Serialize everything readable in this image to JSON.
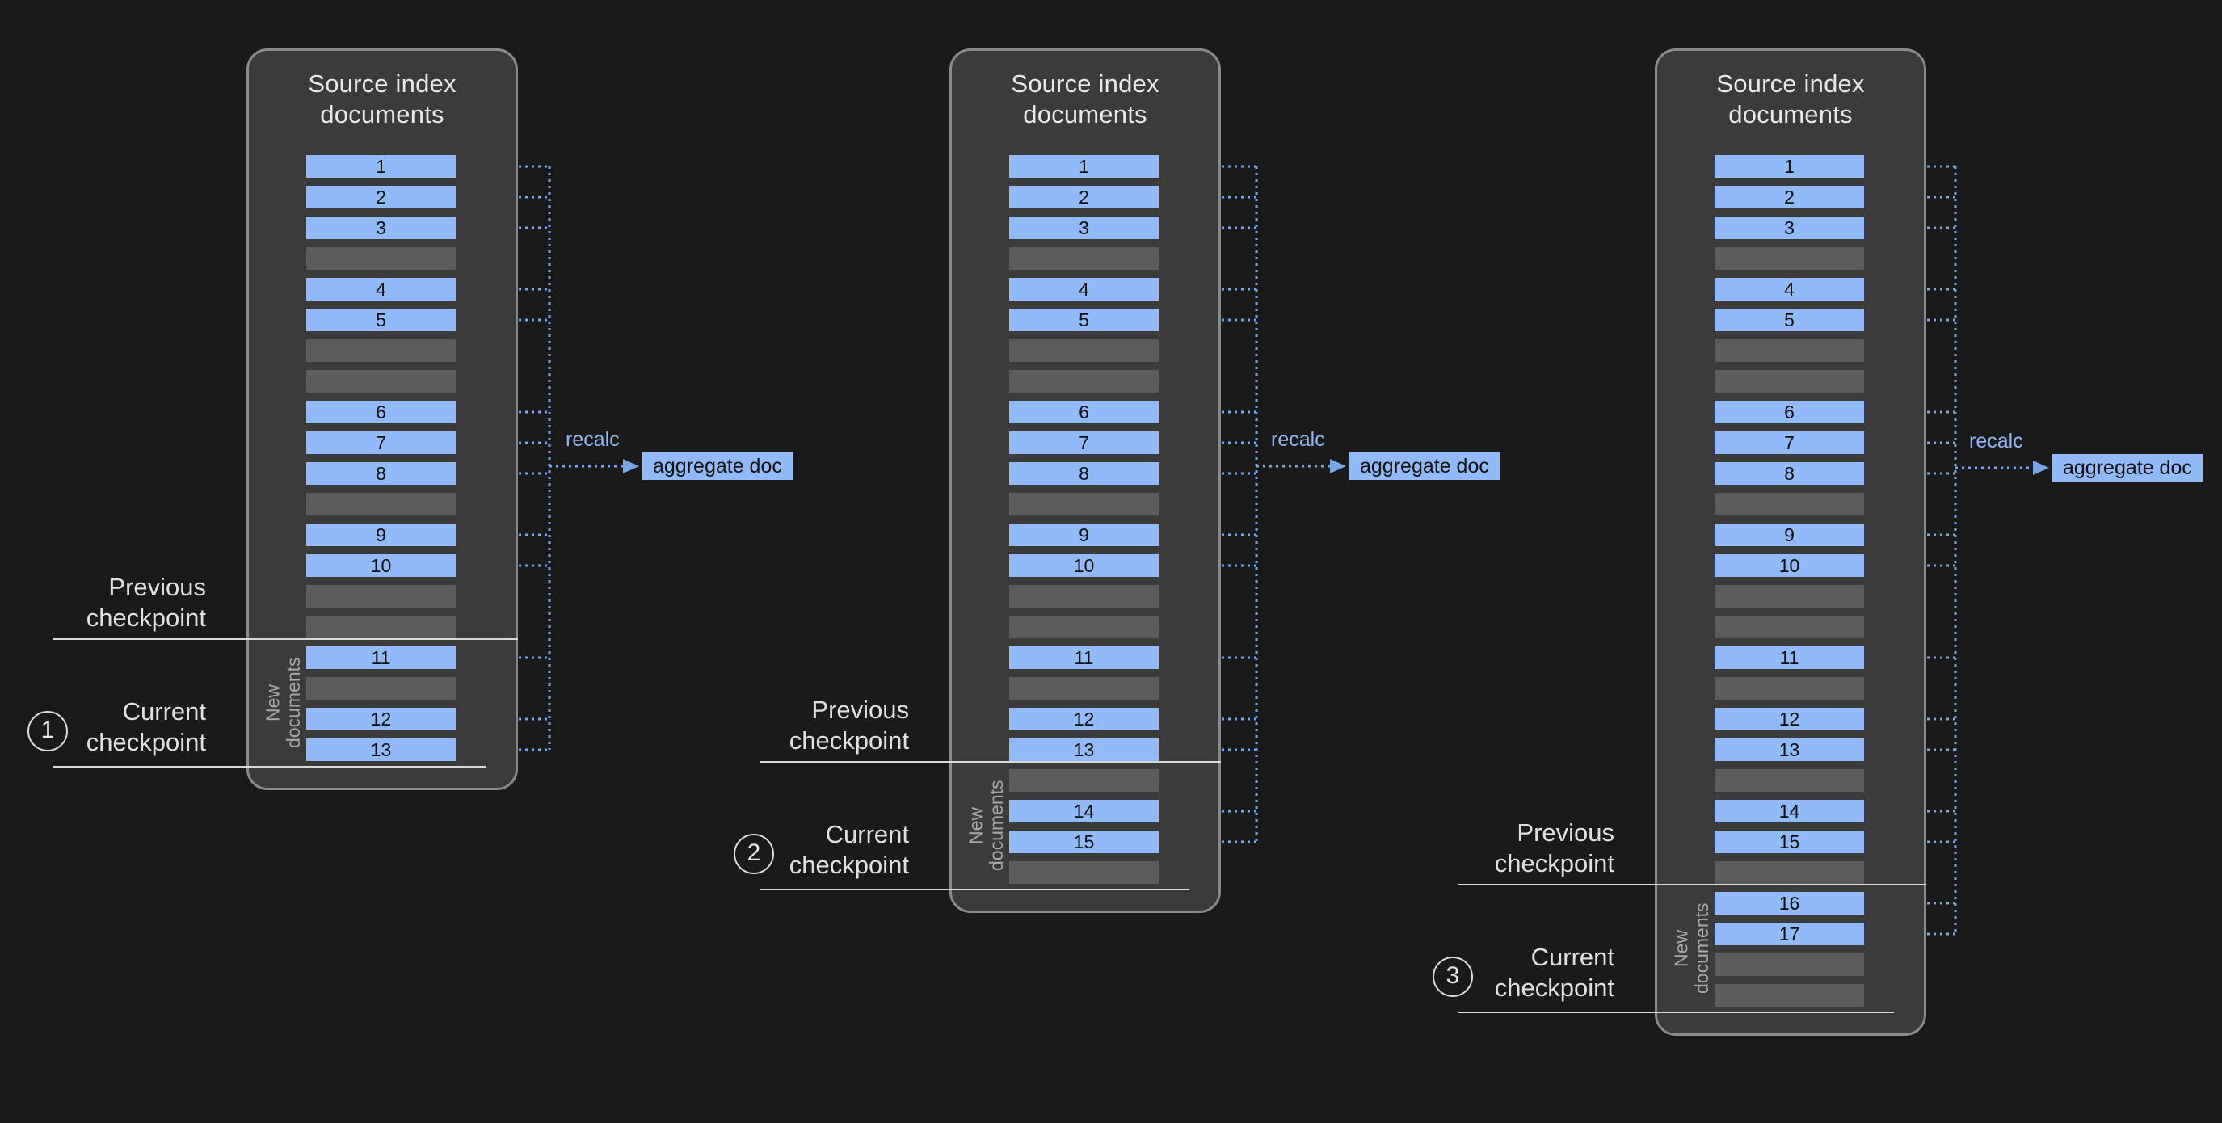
{
  "diagram": {
    "title_text": "Source index\ndocuments",
    "new_documents_label": "New\ndocuments",
    "previous_checkpoint_label": "Previous\ncheckpoint",
    "current_checkpoint_label": "Current\ncheckpoint",
    "recalc_label": "recalc",
    "aggregate_doc_label": "aggregate doc",
    "colors": {
      "background": "#1a1a1a",
      "panel_fill": "#3b3b3b",
      "panel_border": "#8a8a8a",
      "doc_row": "#92baf8",
      "gap_row": "#5c5c5c",
      "wire": "#7aa6e8",
      "checkpoint_line": "#d9d9d9",
      "title_text": "#e8e8e8"
    },
    "stages": [
      {
        "step_number": "1",
        "title": "Source index\ndocuments",
        "new_documents_label": "New\ndocuments",
        "previous_checkpoint_label": "Previous\ncheckpoint",
        "current_checkpoint_label": "Current\ncheckpoint",
        "recalc_label": "recalc",
        "aggregate_doc_label": "aggregate doc",
        "rows": [
          {
            "label": "1",
            "type": "doc"
          },
          {
            "label": "2",
            "type": "doc"
          },
          {
            "label": "3",
            "type": "doc"
          },
          {
            "label": "",
            "type": "gap"
          },
          {
            "label": "4",
            "type": "doc"
          },
          {
            "label": "5",
            "type": "doc"
          },
          {
            "label": "",
            "type": "gap"
          },
          {
            "label": "",
            "type": "gap"
          },
          {
            "label": "6",
            "type": "doc"
          },
          {
            "label": "7",
            "type": "doc"
          },
          {
            "label": "8",
            "type": "doc"
          },
          {
            "label": "",
            "type": "gap"
          },
          {
            "label": "9",
            "type": "doc"
          },
          {
            "label": "10",
            "type": "doc"
          },
          {
            "label": "",
            "type": "gap"
          },
          {
            "label": "",
            "type": "gap"
          },
          {
            "label": "11",
            "type": "doc"
          },
          {
            "label": "",
            "type": "gap"
          },
          {
            "label": "12",
            "type": "doc"
          },
          {
            "label": "13",
            "type": "doc"
          }
        ],
        "new_documents_start_row": 16,
        "docs_in_aggregate": 13
      },
      {
        "step_number": "2",
        "title": "Source index\ndocuments",
        "new_documents_label": "New\ndocuments",
        "previous_checkpoint_label": "Previous\ncheckpoint",
        "current_checkpoint_label": "Current\ncheckpoint",
        "recalc_label": "recalc",
        "aggregate_doc_label": "aggregate doc",
        "rows": [
          {
            "label": "1",
            "type": "doc"
          },
          {
            "label": "2",
            "type": "doc"
          },
          {
            "label": "3",
            "type": "doc"
          },
          {
            "label": "",
            "type": "gap"
          },
          {
            "label": "4",
            "type": "doc"
          },
          {
            "label": "5",
            "type": "doc"
          },
          {
            "label": "",
            "type": "gap"
          },
          {
            "label": "",
            "type": "gap"
          },
          {
            "label": "6",
            "type": "doc"
          },
          {
            "label": "7",
            "type": "doc"
          },
          {
            "label": "8",
            "type": "doc"
          },
          {
            "label": "",
            "type": "gap"
          },
          {
            "label": "9",
            "type": "doc"
          },
          {
            "label": "10",
            "type": "doc"
          },
          {
            "label": "",
            "type": "gap"
          },
          {
            "label": "",
            "type": "gap"
          },
          {
            "label": "11",
            "type": "doc"
          },
          {
            "label": "",
            "type": "gap"
          },
          {
            "label": "12",
            "type": "doc"
          },
          {
            "label": "13",
            "type": "doc"
          },
          {
            "label": "",
            "type": "gap"
          },
          {
            "label": "14",
            "type": "doc"
          },
          {
            "label": "15",
            "type": "doc"
          },
          {
            "label": "",
            "type": "gap"
          }
        ],
        "new_documents_start_row": 20,
        "docs_in_aggregate": 15
      },
      {
        "step_number": "3",
        "title": "Source index\ndocuments",
        "new_documents_label": "New\ndocuments",
        "previous_checkpoint_label": "Previous\ncheckpoint",
        "current_checkpoint_label": "Current\ncheckpoint",
        "recalc_label": "recalc",
        "aggregate_doc_label": "aggregate doc",
        "rows": [
          {
            "label": "1",
            "type": "doc"
          },
          {
            "label": "2",
            "type": "doc"
          },
          {
            "label": "3",
            "type": "doc"
          },
          {
            "label": "",
            "type": "gap"
          },
          {
            "label": "4",
            "type": "doc"
          },
          {
            "label": "5",
            "type": "doc"
          },
          {
            "label": "",
            "type": "gap"
          },
          {
            "label": "",
            "type": "gap"
          },
          {
            "label": "6",
            "type": "doc"
          },
          {
            "label": "7",
            "type": "doc"
          },
          {
            "label": "8",
            "type": "doc"
          },
          {
            "label": "",
            "type": "gap"
          },
          {
            "label": "9",
            "type": "doc"
          },
          {
            "label": "10",
            "type": "doc"
          },
          {
            "label": "",
            "type": "gap"
          },
          {
            "label": "",
            "type": "gap"
          },
          {
            "label": "11",
            "type": "doc"
          },
          {
            "label": "",
            "type": "gap"
          },
          {
            "label": "12",
            "type": "doc"
          },
          {
            "label": "13",
            "type": "doc"
          },
          {
            "label": "",
            "type": "gap"
          },
          {
            "label": "14",
            "type": "doc"
          },
          {
            "label": "15",
            "type": "doc"
          },
          {
            "label": "",
            "type": "gap"
          },
          {
            "label": "16",
            "type": "doc"
          },
          {
            "label": "17",
            "type": "doc"
          },
          {
            "label": "",
            "type": "gap"
          },
          {
            "label": "",
            "type": "gap"
          }
        ],
        "new_documents_start_row": 24,
        "docs_in_aggregate": 17
      }
    ]
  }
}
